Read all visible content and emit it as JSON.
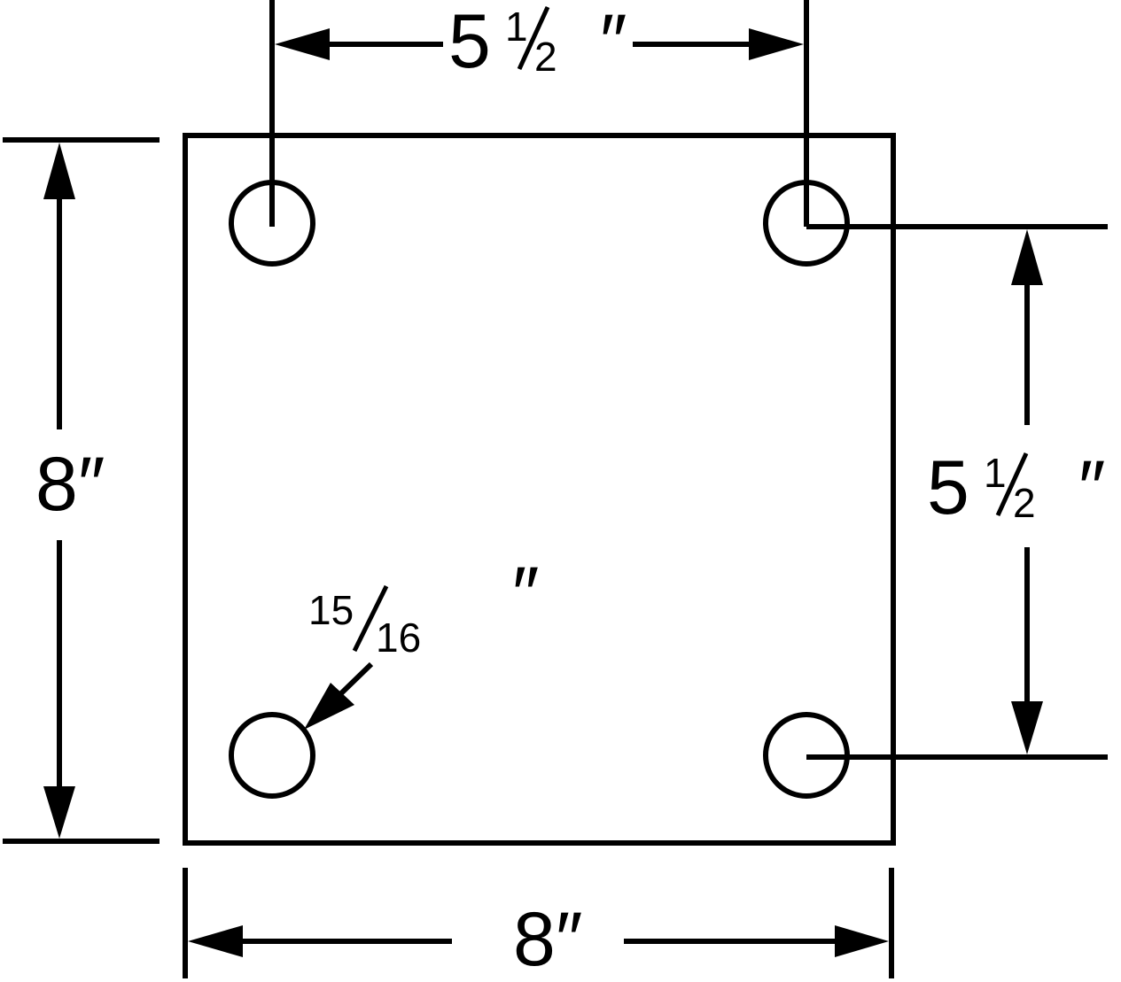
{
  "diagram": {
    "top_dimension": {
      "whole": "5",
      "numerator": "1",
      "denominator": "2",
      "unit": "″"
    },
    "right_dimension": {
      "whole": "5",
      "numerator": "1",
      "denominator": "2",
      "unit": "″"
    },
    "left_dimension": {
      "value": "8",
      "unit": "″"
    },
    "bottom_dimension": {
      "value": "8",
      "unit": "″"
    },
    "hole_callout": {
      "numerator": "15",
      "denominator": "16",
      "unit": "″"
    }
  }
}
